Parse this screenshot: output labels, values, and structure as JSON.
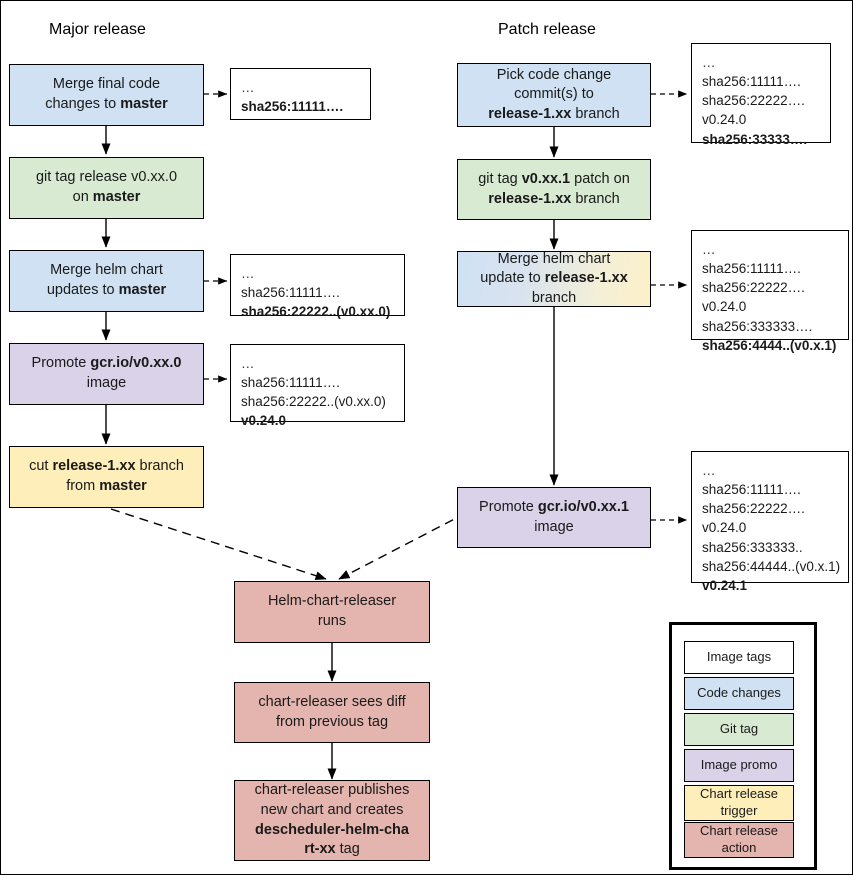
{
  "titles": {
    "major": "Major release",
    "patch": "Patch release"
  },
  "major_flow": [
    {
      "id": "merge-final-code",
      "kind": "code-changes",
      "color": "#cfe1f3",
      "lines": [
        {
          "text": "Merge final code",
          "bold": false
        },
        {
          "text": "changes to ",
          "bold": false,
          "tail": "master",
          "tail_bold": true
        }
      ]
    },
    {
      "id": "git-tag-release",
      "kind": "git-tag",
      "color": "#d9ead3",
      "lines": [
        {
          "text": "git tag release v0.xx.0",
          "bold": false
        },
        {
          "text": "on ",
          "bold": false,
          "tail": "master",
          "tail_bold": true
        }
      ]
    },
    {
      "id": "merge-helm-chart-master",
      "kind": "code-changes",
      "color": "#cfe1f3",
      "lines": [
        {
          "text": "Merge helm chart",
          "bold": false
        },
        {
          "text": "updates to ",
          "bold": false,
          "tail": "master",
          "tail_bold": true
        }
      ]
    },
    {
      "id": "promote-image-major",
      "kind": "image-promo",
      "color": "#d9d2e9",
      "lines": [
        {
          "text": "Promote ",
          "bold": false,
          "tail": "gcr.io/v0.xx.0",
          "tail_bold": true
        },
        {
          "text": "image",
          "bold": false
        }
      ]
    },
    {
      "id": "cut-release-branch",
      "kind": "chart-release-trigger",
      "color": "#fdeeba",
      "lines": [
        {
          "text": "cut ",
          "bold": false,
          "tail": "release-1.xx",
          "tail_bold": true,
          "after": " branch"
        },
        {
          "text": "from ",
          "bold": false,
          "tail": "master",
          "tail_bold": true
        }
      ]
    }
  ],
  "patch_flow": [
    {
      "id": "pick-code-change",
      "kind": "code-changes",
      "color": "#cfe1f3",
      "lines": [
        {
          "text": "Pick code change",
          "bold": false
        },
        {
          "text": "commit(s) to",
          "bold": false
        },
        {
          "text": "",
          "bold": false,
          "tail": "release-1.xx",
          "tail_bold": true,
          "after": " branch"
        }
      ]
    },
    {
      "id": "git-tag-patch",
      "kind": "git-tag",
      "color": "#d9ead3",
      "lines": [
        {
          "text": "git tag ",
          "bold": false,
          "tail": "v0.xx.1",
          "tail_bold": true,
          "after": " patch on"
        },
        {
          "text": "",
          "bold": false,
          "tail": "release-1.xx",
          "tail_bold": true,
          "after": " branch"
        }
      ]
    },
    {
      "id": "merge-helm-chart-release",
      "kind": "chart-release-trigger-gradient",
      "color": "gradient",
      "lines": [
        {
          "text": "Merge helm chart",
          "bold": false
        },
        {
          "text": "update to ",
          "bold": false,
          "tail": "release-1.xx",
          "tail_bold": true
        },
        {
          "text": "branch",
          "bold": false
        }
      ]
    },
    {
      "id": "promote-image-patch",
      "kind": "image-promo",
      "color": "#d9d2e9",
      "lines": [
        {
          "text": "Promote ",
          "bold": false,
          "tail": "gcr.io/v0.xx.1",
          "tail_bold": true
        },
        {
          "text": "image",
          "bold": false
        }
      ]
    }
  ],
  "releaser_flow": [
    {
      "id": "helm-chart-releaser-runs",
      "kind": "chart-release-action",
      "color": "#e4b4ae",
      "lines": [
        {
          "text": "Helm-chart-releaser",
          "bold": false
        },
        {
          "text": "runs",
          "bold": false
        }
      ]
    },
    {
      "id": "chart-releaser-sees-diff",
      "kind": "chart-release-action",
      "color": "#e4b4ae",
      "lines": [
        {
          "text": "chart-releaser sees diff",
          "bold": false
        },
        {
          "text": "from previous tag",
          "bold": false
        }
      ]
    },
    {
      "id": "chart-releaser-publishes",
      "kind": "chart-release-action",
      "color": "#e4b4ae",
      "lines": [
        {
          "text": "chart-releaser publishes",
          "bold": false
        },
        {
          "text": "new chart and creates",
          "bold": false
        },
        {
          "text": "",
          "bold": false,
          "tail": "descheduler-helm-cha",
          "tail_bold": true
        },
        {
          "text": "",
          "bold": false,
          "tail": "rt-xx",
          "tail_bold": true,
          "after": " tag"
        }
      ]
    }
  ],
  "tag_boxes": [
    {
      "id": "tags-after-merge-final-code",
      "lines": [
        {
          "text": "…",
          "bold": false
        },
        {
          "text": "sha256:11111….",
          "bold": true
        }
      ]
    },
    {
      "id": "tags-after-merge-helm-master",
      "lines": [
        {
          "text": "…",
          "bold": false
        },
        {
          "text": "sha256:11111….",
          "bold": false
        },
        {
          "text": "sha256:22222..(v0.xx.0)",
          "bold": true
        }
      ]
    },
    {
      "id": "tags-after-promote-major",
      "lines": [
        {
          "text": "…",
          "bold": false
        },
        {
          "text": "sha256:11111….",
          "bold": false
        },
        {
          "text": "sha256:22222..(v0.xx.0)",
          "bold": false
        },
        {
          "text": "v0.24.0",
          "bold": true
        }
      ]
    },
    {
      "id": "tags-after-pick-commit",
      "lines": [
        {
          "text": "…",
          "bold": false
        },
        {
          "text": "sha256:11111….",
          "bold": false
        },
        {
          "text": "sha256:22222….",
          "bold": false
        },
        {
          "text": "v0.24.0",
          "bold": false
        },
        {
          "text": "sha256:33333….",
          "bold": true
        }
      ]
    },
    {
      "id": "tags-after-merge-helm-release",
      "lines": [
        {
          "text": "…",
          "bold": false
        },
        {
          "text": "sha256:11111….",
          "bold": false
        },
        {
          "text": "sha256:22222….",
          "bold": false
        },
        {
          "text": "v0.24.0",
          "bold": false
        },
        {
          "text": "sha256:333333….",
          "bold": false
        },
        {
          "text": "sha256:4444..(v0.x.1)",
          "bold": true
        }
      ]
    },
    {
      "id": "tags-after-promote-patch",
      "lines": [
        {
          "text": "…",
          "bold": false
        },
        {
          "text": "sha256:11111….",
          "bold": false
        },
        {
          "text": "sha256:22222….",
          "bold": false
        },
        {
          "text": "v0.24.0",
          "bold": false
        },
        {
          "text": "sha256:333333..",
          "bold": false
        },
        {
          "text": "sha256:44444..(v0.x.1)",
          "bold": false
        },
        {
          "text": "v0.24.1",
          "bold": true
        }
      ]
    }
  ],
  "legend": {
    "items": [
      {
        "label": "Image tags",
        "color": "#ffffff"
      },
      {
        "label": "Code changes",
        "color": "#cfe1f3"
      },
      {
        "label": "Git tag",
        "color": "#d9ead3"
      },
      {
        "label": "Image promo",
        "color": "#d9d2e9"
      },
      {
        "label": "Chart release trigger",
        "color": "#fdeeba"
      },
      {
        "label": "Chart release action",
        "color": "#e4b4ae"
      }
    ]
  }
}
